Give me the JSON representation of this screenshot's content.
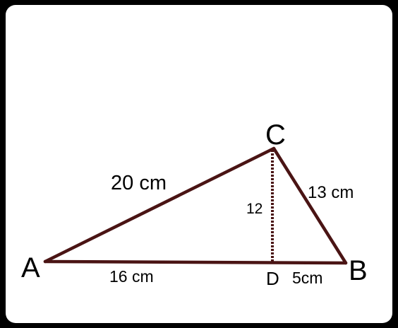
{
  "diagram": {
    "vertices": {
      "A": "A",
      "B": "B",
      "C": "C",
      "D": "D"
    },
    "side_labels": {
      "AC": "20 cm",
      "CB": "13 cm",
      "AD": "16 cm",
      "DB": "5cm",
      "CD": "12"
    },
    "colors": {
      "triangle_stroke": "#4a1414",
      "altitude_stroke": "#4a1414",
      "background": "#ffffff",
      "frame": "#000000"
    }
  }
}
